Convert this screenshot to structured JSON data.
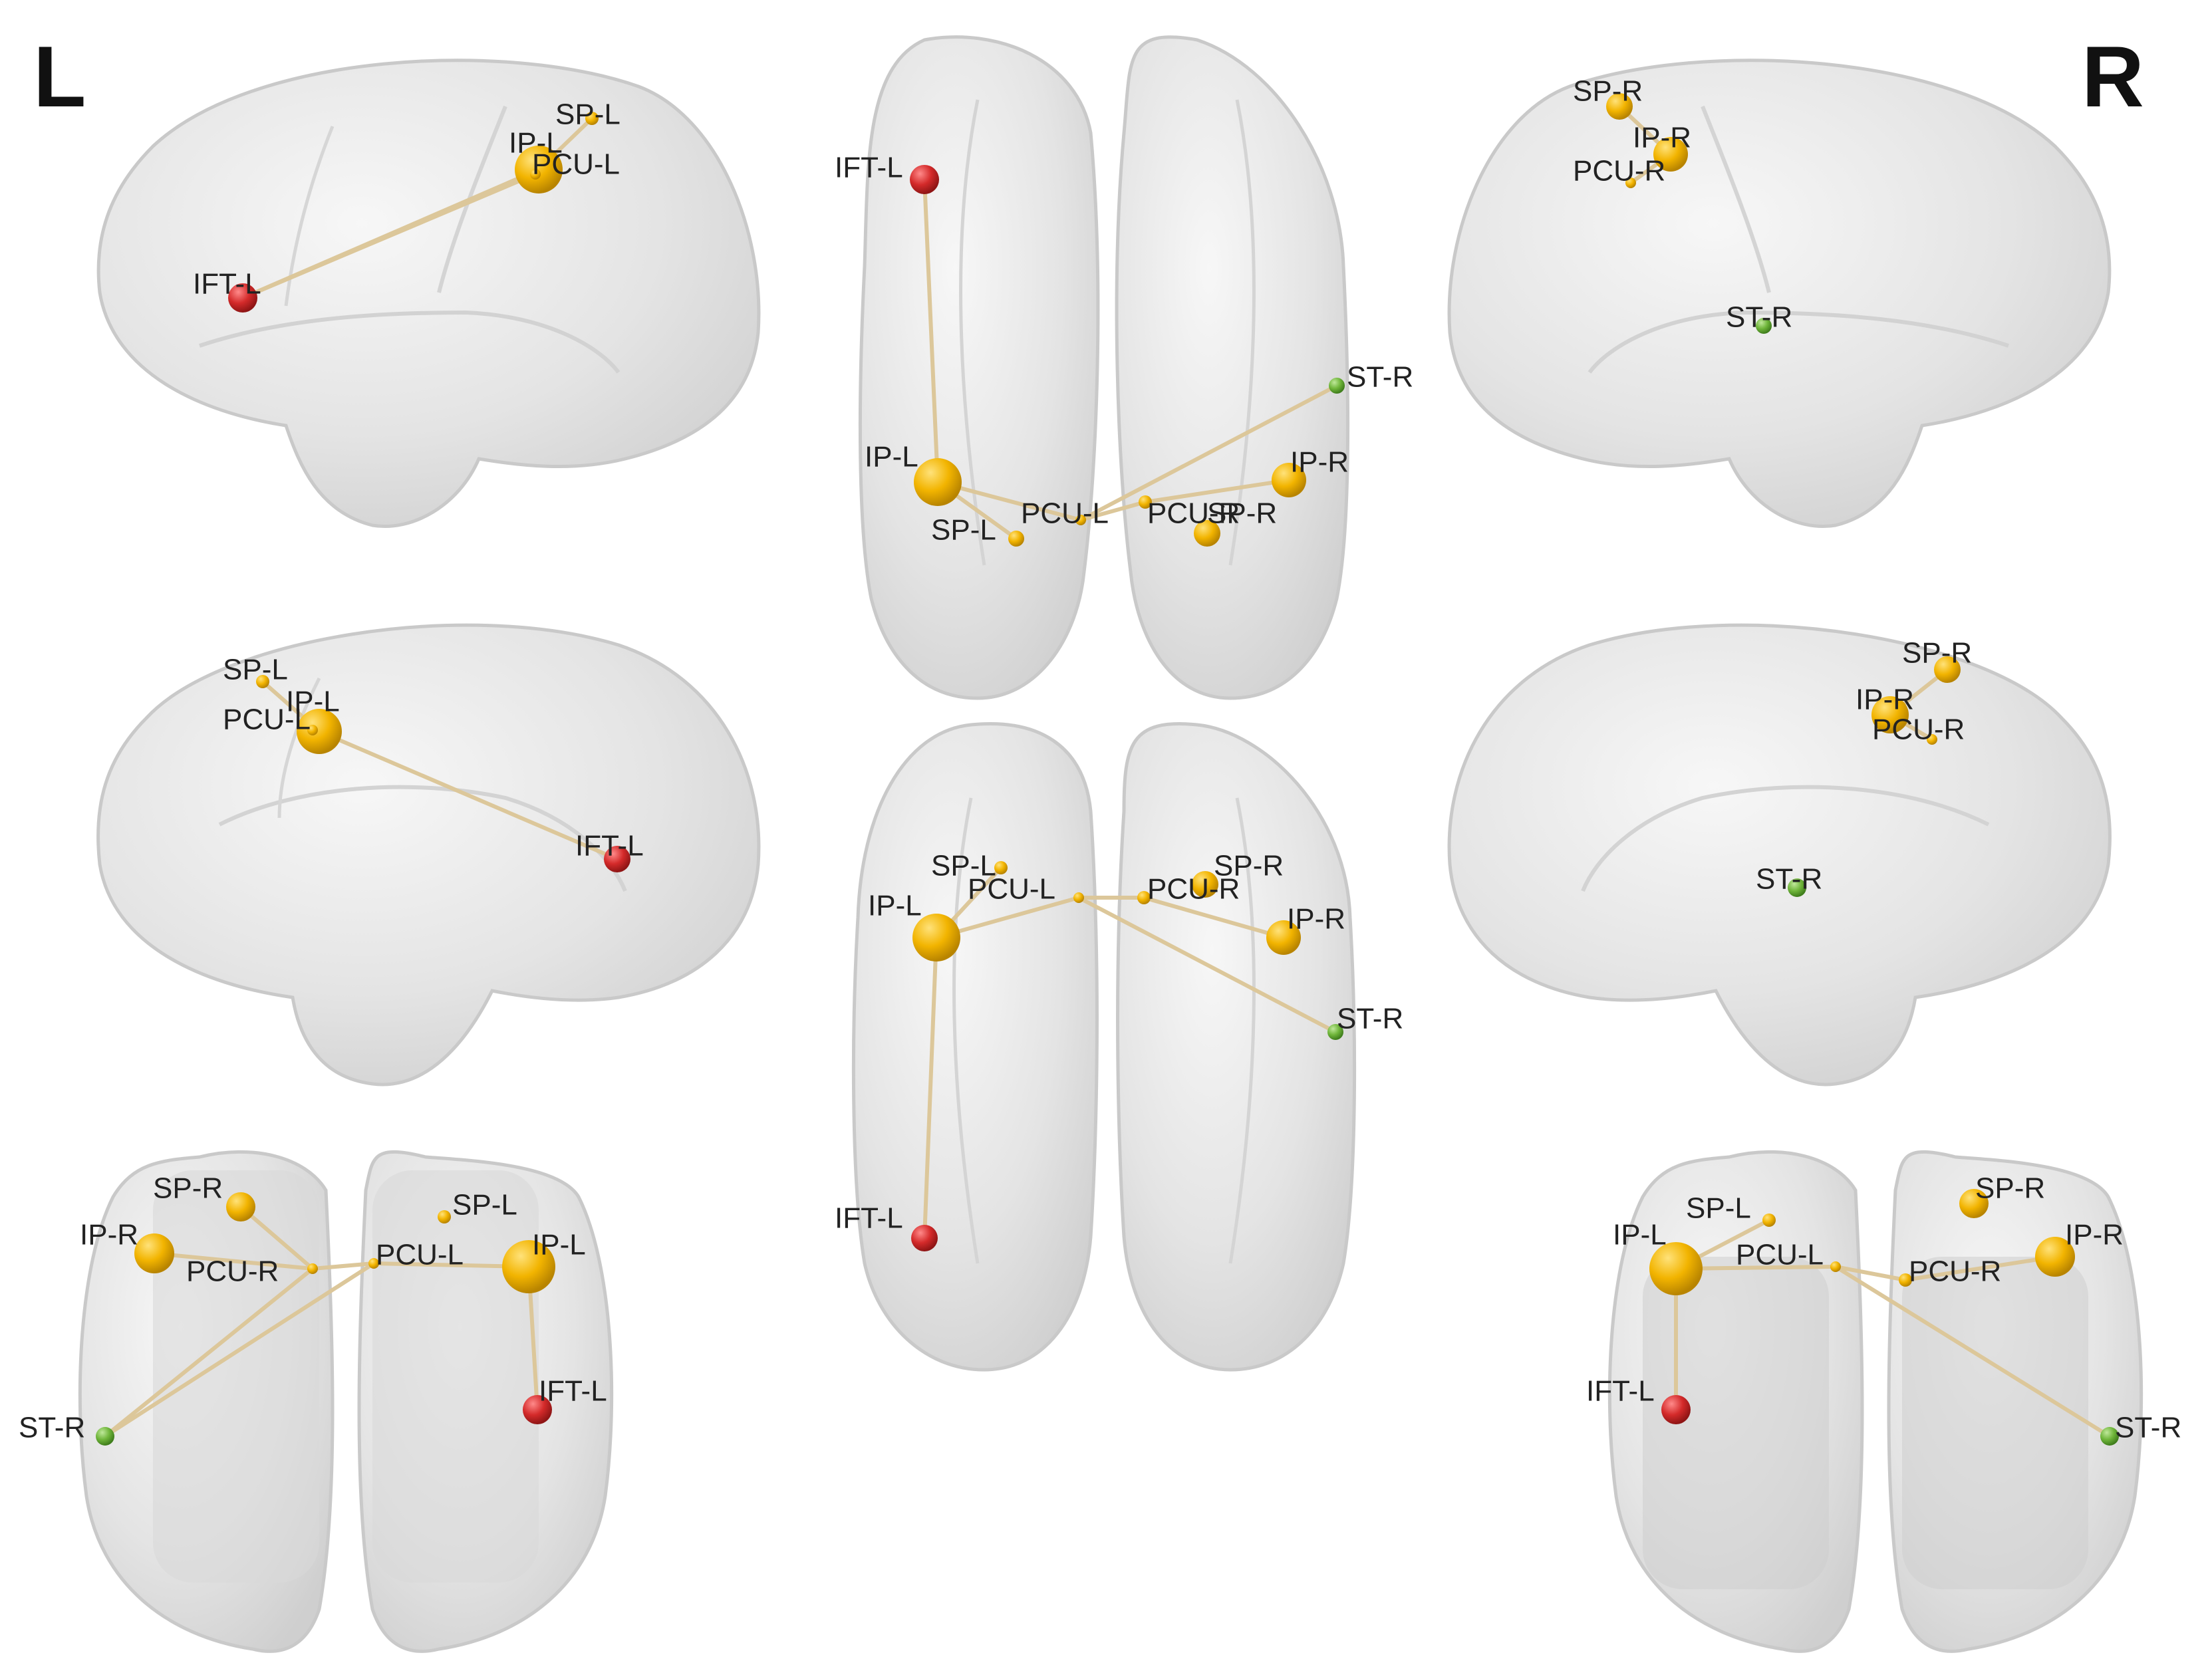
{
  "figure": {
    "side_left": "L",
    "side_right": "R"
  },
  "colors": {
    "parietal_node": "#f2b400",
    "frontal_node": "#d42a2a",
    "temporal_node": "#6fb53a",
    "edge": "#dcc79a",
    "brain_fill": "#e6e6e6",
    "brain_stroke": "#c9c9c9"
  },
  "panels": [
    {
      "id": "left-lateral",
      "nodes": [
        {
          "label": "SP-L",
          "color": "parietal_node"
        },
        {
          "label": "IP-L",
          "color": "parietal_node"
        },
        {
          "label": "PCU-L",
          "color": "parietal_node"
        },
        {
          "label": "IFT-L",
          "color": "frontal_node"
        }
      ]
    },
    {
      "id": "dorsal",
      "nodes": [
        {
          "label": "IFT-L",
          "color": "frontal_node"
        },
        {
          "label": "IP-L",
          "color": "parietal_node"
        },
        {
          "label": "SP-L",
          "color": "parietal_node"
        },
        {
          "label": "PCU-L",
          "color": "parietal_node"
        },
        {
          "label": "PCU-R",
          "color": "parietal_node"
        },
        {
          "label": "SP-R",
          "color": "parietal_node"
        },
        {
          "label": "IP-R",
          "color": "parietal_node"
        },
        {
          "label": "ST-R",
          "color": "temporal_node"
        }
      ]
    },
    {
      "id": "right-lateral",
      "nodes": [
        {
          "label": "SP-R",
          "color": "parietal_node"
        },
        {
          "label": "IP-R",
          "color": "parietal_node"
        },
        {
          "label": "PCU-R",
          "color": "parietal_node"
        },
        {
          "label": "ST-R",
          "color": "temporal_node"
        }
      ]
    },
    {
      "id": "left-medial",
      "nodes": [
        {
          "label": "SP-L",
          "color": "parietal_node"
        },
        {
          "label": "IP-L",
          "color": "parietal_node"
        },
        {
          "label": "PCU-L",
          "color": "parietal_node"
        },
        {
          "label": "IFT-L",
          "color": "frontal_node"
        }
      ]
    },
    {
      "id": "ventral",
      "nodes": [
        {
          "label": "SP-L",
          "color": "parietal_node"
        },
        {
          "label": "PCU-L",
          "color": "parietal_node"
        },
        {
          "label": "IP-L",
          "color": "parietal_node"
        },
        {
          "label": "PCU-R",
          "color": "parietal_node"
        },
        {
          "label": "SP-R",
          "color": "parietal_node"
        },
        {
          "label": "IP-R",
          "color": "parietal_node"
        },
        {
          "label": "ST-R",
          "color": "temporal_node"
        },
        {
          "label": "IFT-L",
          "color": "frontal_node"
        }
      ]
    },
    {
      "id": "right-medial",
      "nodes": [
        {
          "label": "SP-R",
          "color": "parietal_node"
        },
        {
          "label": "IP-R",
          "color": "parietal_node"
        },
        {
          "label": "PCU-R",
          "color": "parietal_node"
        },
        {
          "label": "ST-R",
          "color": "temporal_node"
        }
      ]
    },
    {
      "id": "posterior",
      "nodes": [
        {
          "label": "SP-R",
          "color": "parietal_node"
        },
        {
          "label": "IP-R",
          "color": "parietal_node"
        },
        {
          "label": "PCU-R",
          "color": "parietal_node"
        },
        {
          "label": "SP-L",
          "color": "parietal_node"
        },
        {
          "label": "PCU-L",
          "color": "parietal_node"
        },
        {
          "label": "IP-L",
          "color": "parietal_node"
        },
        {
          "label": "ST-R",
          "color": "temporal_node"
        },
        {
          "label": "IFT-L",
          "color": "frontal_node"
        }
      ]
    },
    {
      "id": "anterior",
      "nodes": [
        {
          "label": "SP-L",
          "color": "parietal_node"
        },
        {
          "label": "IP-L",
          "color": "parietal_node"
        },
        {
          "label": "PCU-L",
          "color": "parietal_node"
        },
        {
          "label": "PCU-R",
          "color": "parietal_node"
        },
        {
          "label": "SP-R",
          "color": "parietal_node"
        },
        {
          "label": "IP-R",
          "color": "parietal_node"
        },
        {
          "label": "IFT-L",
          "color": "frontal_node"
        },
        {
          "label": "ST-R",
          "color": "temporal_node"
        }
      ]
    }
  ]
}
